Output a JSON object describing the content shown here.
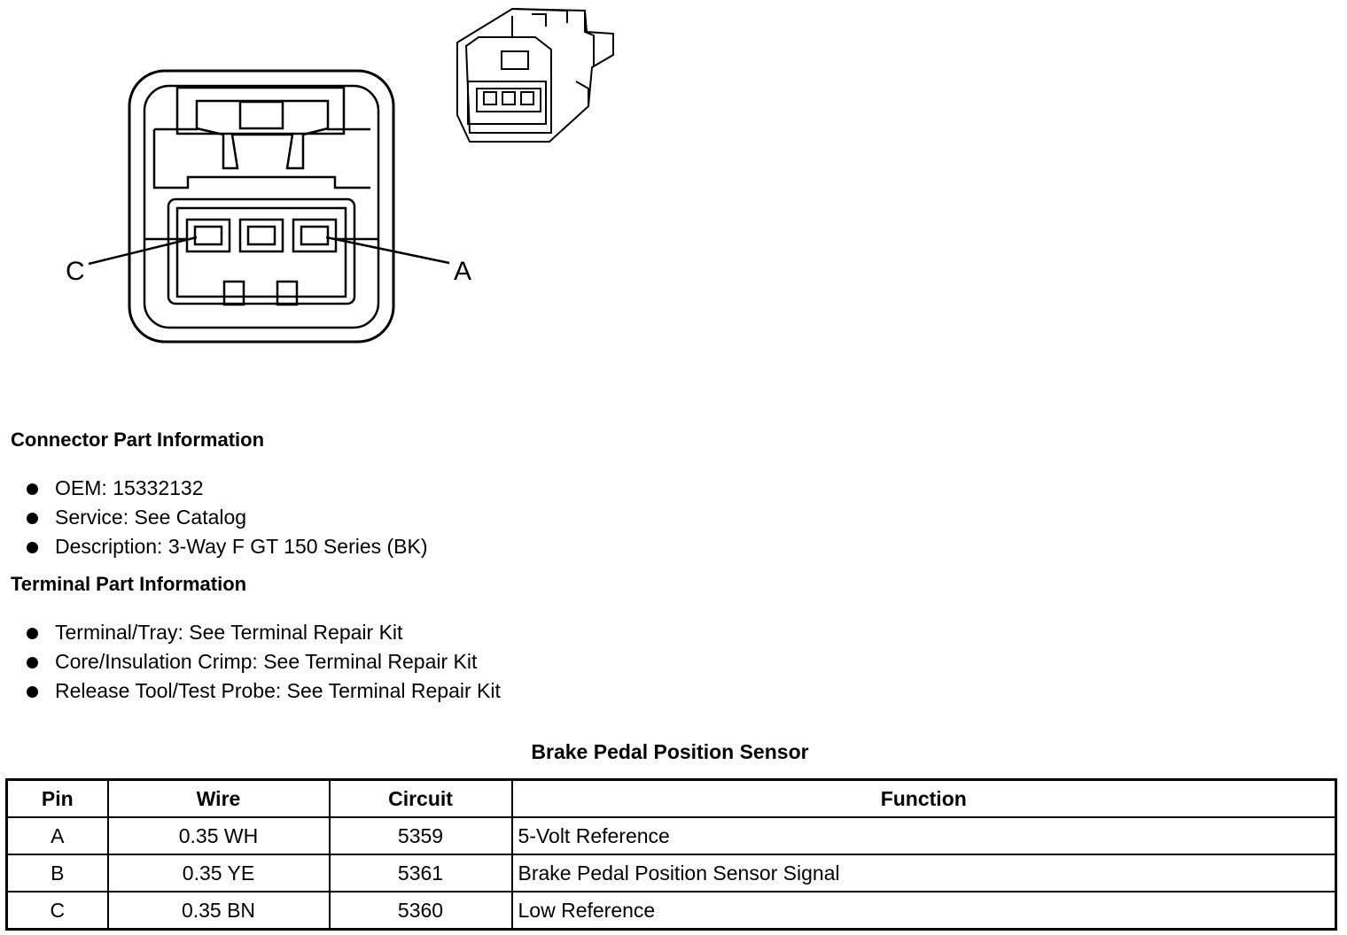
{
  "diagram": {
    "pin_labels": {
      "left": "C",
      "right": "A"
    }
  },
  "connector_info": {
    "title": "Connector Part Information",
    "items": [
      "OEM: 15332132",
      "Service: See Catalog",
      "Description: 3-Way F GT 150 Series (BK)"
    ]
  },
  "terminal_info": {
    "title": "Terminal Part Information",
    "items": [
      "Terminal/Tray: See Terminal Repair Kit",
      "Core/Insulation Crimp: See Terminal Repair Kit",
      "Release Tool/Test Probe: See Terminal Repair Kit"
    ]
  },
  "table": {
    "title": "Brake Pedal Position Sensor",
    "headers": [
      "Pin",
      "Wire",
      "Circuit",
      "Function"
    ],
    "rows": [
      [
        "A",
        "0.35 WH",
        "5359",
        "5-Volt Reference"
      ],
      [
        "B",
        "0.35 YE",
        "5361",
        "Brake Pedal Position Sensor Signal"
      ],
      [
        "C",
        "0.35 BN",
        "5360",
        "Low Reference"
      ]
    ]
  }
}
